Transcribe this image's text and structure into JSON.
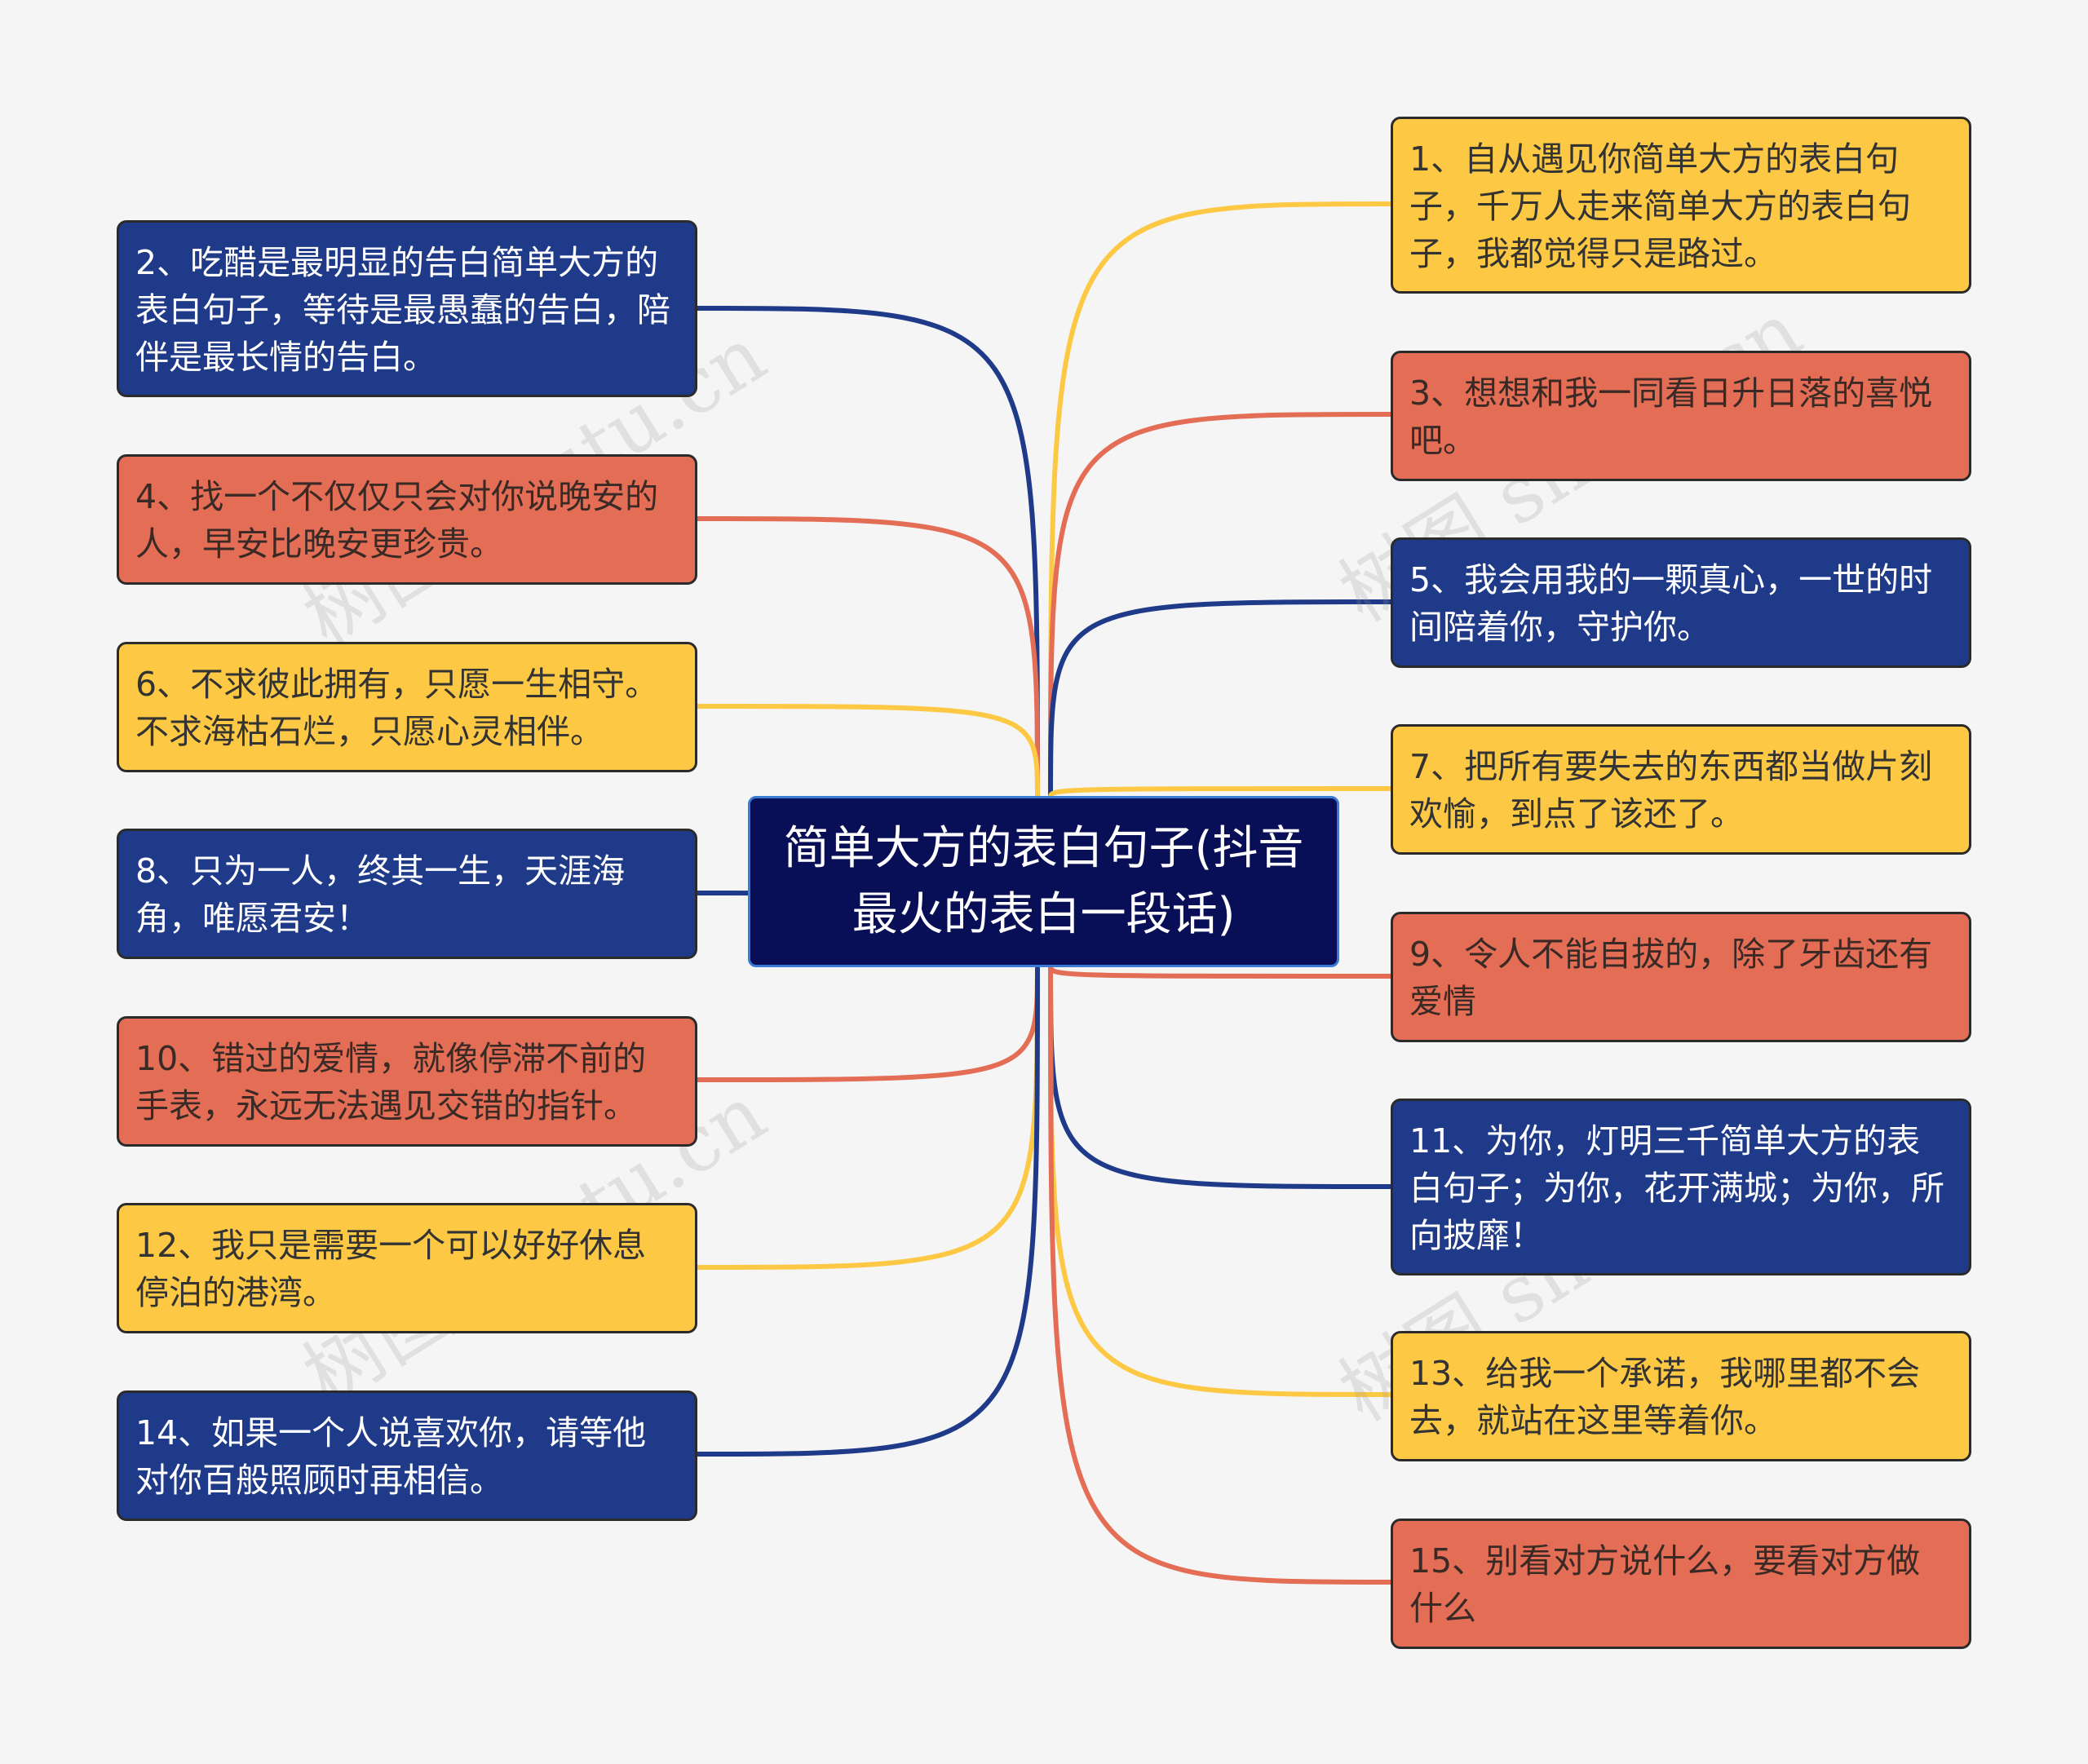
{
  "root": {
    "title": "简单大方的表白句子(抖音最火的表白一段话)"
  },
  "colors": {
    "yellow": "#fdc844",
    "orange": "#e46d56",
    "navy": "#1f3a88",
    "root": "#080f56"
  },
  "watermark": "树图 shutu.cn",
  "nodes": [
    {
      "text": "1、自从遇见你简单大方的表白句子，千万人走来简单大方的表白句子，我都觉得只是路过。",
      "color": "yellow"
    },
    {
      "text": "2、吃醋是最明显的告白简单大方的表白句子，等待是最愚蠢的告白，陪伴是最长情的告白。",
      "color": "navy"
    },
    {
      "text": "3、想想和我一同看日升日落的喜悦吧。",
      "color": "orange"
    },
    {
      "text": "4、找一个不仅仅只会对你说晚安的人，早安比晚安更珍贵。",
      "color": "orange"
    },
    {
      "text": "5、我会用我的一颗真心，一世的时间陪着你，守护你。",
      "color": "navy"
    },
    {
      "text": "6、不求彼此拥有，只愿一生相守。不求海枯石烂，只愿心灵相伴。",
      "color": "yellow"
    },
    {
      "text": "7、把所有要失去的东西都当做片刻欢愉，到点了该还了。",
      "color": "yellow"
    },
    {
      "text": "8、只为一人，终其一生，天涯海角，唯愿君安！",
      "color": "navy"
    },
    {
      "text": "9、令人不能自拔的，除了牙齿还有爱情",
      "color": "orange"
    },
    {
      "text": "10、错过的爱情，就像停滞不前的手表，永远无法遇见交错的指针。",
      "color": "orange"
    },
    {
      "text": "11、为你，灯明三千简单大方的表白句子；为你，花开满城；为你，所向披靡！",
      "color": "navy"
    },
    {
      "text": "12、我只是需要一个可以好好休息停泊的港湾。",
      "color": "yellow"
    },
    {
      "text": "13、给我一个承诺，我哪里都不会去，就站在这里等着你。",
      "color": "yellow"
    },
    {
      "text": "14、如果一个人说喜欢你，请等他对你百般照顾时再相信。",
      "color": "navy"
    },
    {
      "text": "15、别看对方说什么，要看对方做什么",
      "color": "orange"
    }
  ]
}
